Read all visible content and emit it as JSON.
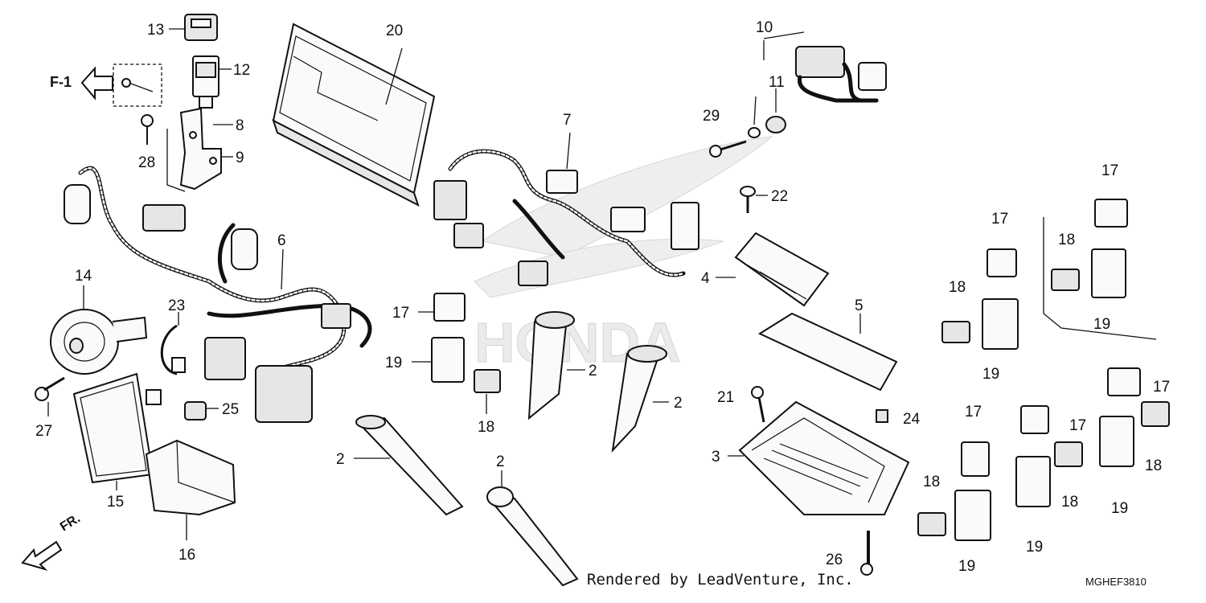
{
  "diagram": {
    "forward_ref": "F-1",
    "front_mark": "FR.",
    "watermark": "HONDA",
    "credit": "Rendered by LeadVenture, Inc.",
    "code": "MGHEF3810",
    "callouts": {
      "c2a": "2",
      "c2b": "2",
      "c2c": "2",
      "c2d": "2",
      "c3": "3",
      "c4": "4",
      "c5": "5",
      "c6": "6",
      "c7": "7",
      "c8": "8",
      "c9": "9",
      "c10": "10",
      "c11": "11",
      "c12": "12",
      "c13": "13",
      "c14": "14",
      "c15": "15",
      "c16": "16",
      "c17a": "17",
      "c17b": "17",
      "c17c": "17",
      "c17d": "17",
      "c17e": "17",
      "c17f": "17",
      "c18a": "18",
      "c18b": "18",
      "c18c": "18",
      "c18d": "18",
      "c18e": "18",
      "c18f": "18",
      "c19a": "19",
      "c19b": "19",
      "c19c": "19",
      "c19d": "19",
      "c19e": "19",
      "c19f": "19",
      "c20": "20",
      "c21": "21",
      "c22": "22",
      "c23": "23",
      "c24": "24",
      "c25": "25",
      "c26": "26",
      "c27": "27",
      "c28": "28",
      "c29": "29"
    }
  }
}
